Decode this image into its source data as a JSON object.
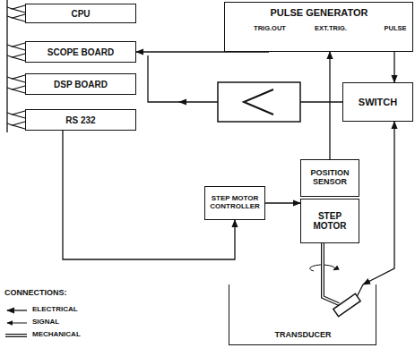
{
  "diagram": {
    "nodes": [
      {
        "text": [
          "CPU"
        ]
      },
      {
        "text": [
          "SCOPE BOARD"
        ]
      },
      {
        "text": [
          "DSP BOARD"
        ]
      },
      {
        "text": [
          "RS 232"
        ]
      },
      {
        "text": [
          "PULSE GENERATOR",
          "TRIG.OUT",
          "EXT.TRIG.",
          "PULSE"
        ]
      },
      {
        "text": [
          "SWITCH"
        ]
      },
      {
        "text": [
          "POSITION SENSOR"
        ]
      },
      {
        "text": [
          "STEP MOTOR CONTROLLER"
        ]
      },
      {
        "text": [
          "STEP MOTOR"
        ]
      },
      {
        "text": [
          "TRANSDUCER"
        ]
      }
    ],
    "edges": [
      {
        "from": 4,
        "to": 1,
        "arrow": "to"
      },
      {
        "from": 4,
        "to": 5,
        "arrow": "to"
      },
      {
        "from": 5,
        "to": 9,
        "arrow": "both"
      },
      {
        "from": 6,
        "to": 4,
        "arrow": "to"
      },
      {
        "from": 3,
        "to": 7,
        "arrow": "to"
      },
      {
        "from": 7,
        "to": 8,
        "arrow": "to"
      },
      {
        "from": 8,
        "to": 9,
        "arrow": "none"
      }
    ],
    "labels": [
      "CONNECTIONS:"
    ],
    "legend": [
      {
        "text": "ELECTRICAL"
      },
      {
        "text": "SIGNAL"
      },
      {
        "text": "MECHANICAL"
      }
    ]
  }
}
